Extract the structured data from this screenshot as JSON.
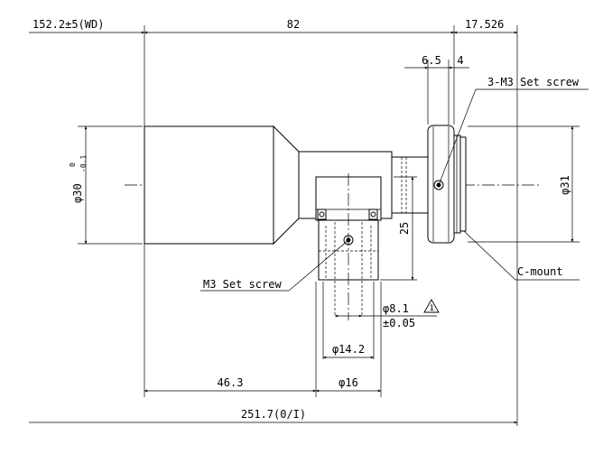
{
  "drawing": {
    "dimensions": {
      "working_distance": "152.2±5(WD)",
      "barrel_length": "82",
      "flange_length": "17.526",
      "setscrew_offset_a": "6.5",
      "setscrew_offset_b": "4",
      "body_diameter": "φ30",
      "body_diameter_tol_upper": "0",
      "body_diameter_tol_lower": "-0.1",
      "mount_diameter": "φ31",
      "mount_height": "25",
      "pin_diameter": "φ8.1",
      "pin_diameter_tol": "±0.05",
      "mount_width_inner": "φ14.2",
      "mount_width_outer": "φ16",
      "mount_offset": "46.3",
      "total_length": "251.7(0/I)"
    },
    "notes": {
      "set_screw_3": "3-M3 Set screw",
      "set_screw": "M3 Set screw",
      "c_mount": "C-mount",
      "caution_mark": "1"
    }
  }
}
